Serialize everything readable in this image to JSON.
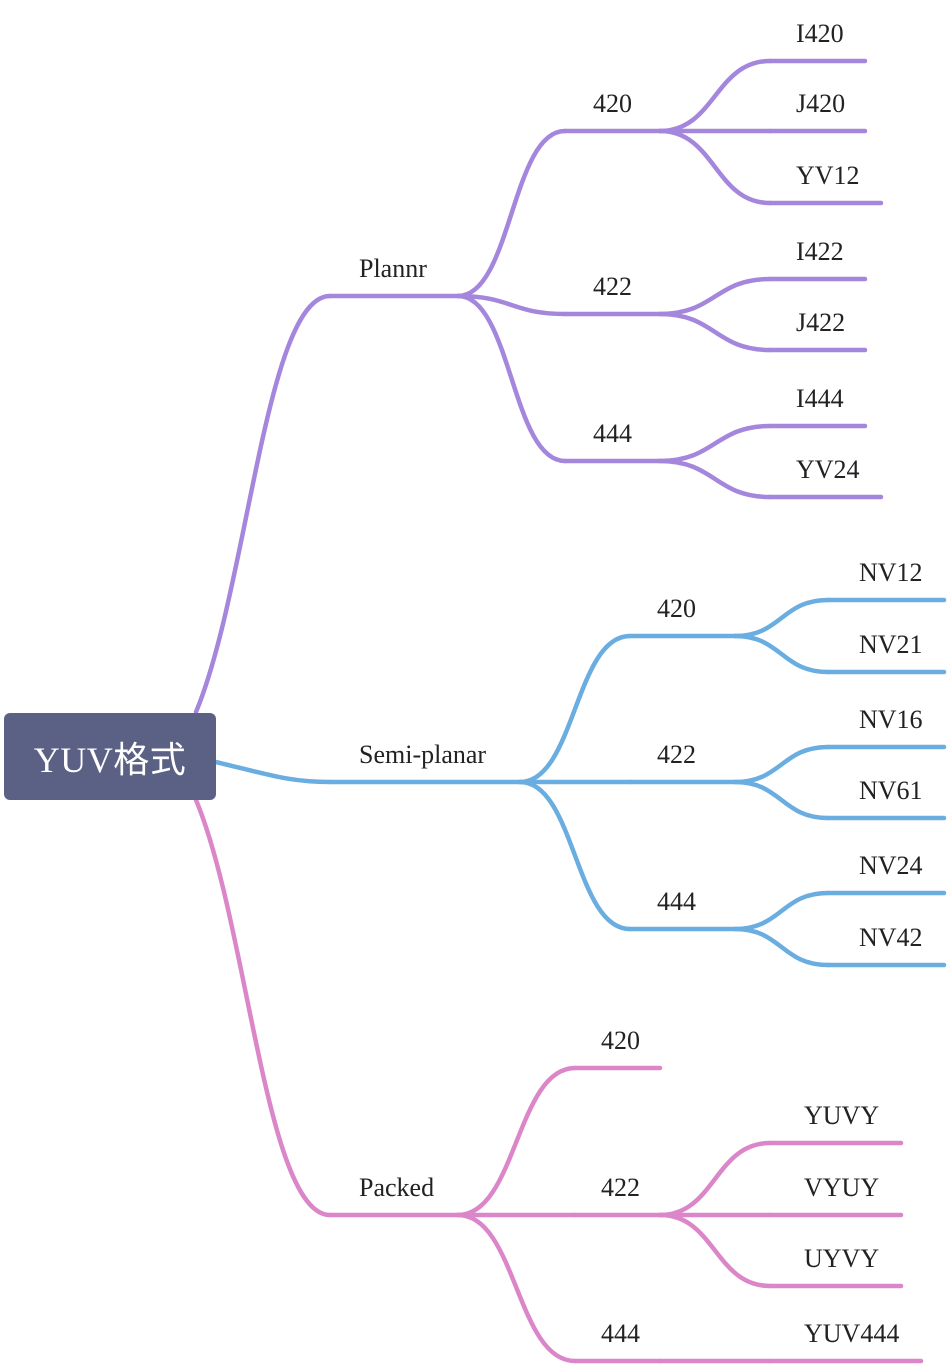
{
  "root": {
    "label": "YUV格式",
    "color": "#5b6184"
  },
  "branches": [
    {
      "label": "Plannr",
      "color": "#a487dd",
      "children": [
        {
          "label": "420",
          "children": [
            {
              "label": "I420"
            },
            {
              "label": "J420"
            },
            {
              "label": "YV12"
            }
          ]
        },
        {
          "label": "422",
          "children": [
            {
              "label": "I422"
            },
            {
              "label": "J422"
            }
          ]
        },
        {
          "label": "444",
          "children": [
            {
              "label": "I444"
            },
            {
              "label": "YV24"
            }
          ]
        }
      ]
    },
    {
      "label": "Semi-planar",
      "color": "#6aade0",
      "children": [
        {
          "label": "420",
          "children": [
            {
              "label": "NV12"
            },
            {
              "label": "NV21"
            }
          ]
        },
        {
          "label": "422",
          "children": [
            {
              "label": "NV16"
            },
            {
              "label": "NV61"
            }
          ]
        },
        {
          "label": "444",
          "children": [
            {
              "label": "NV24"
            },
            {
              "label": "NV42"
            }
          ]
        }
      ]
    },
    {
      "label": "Packed",
      "color": "#db86c9",
      "children": [
        {
          "label": "420",
          "children": []
        },
        {
          "label": "422",
          "children": [
            {
              "label": "YUVY"
            },
            {
              "label": "VYUY"
            },
            {
              "label": "UYVY"
            }
          ]
        },
        {
          "label": "444",
          "children": [
            {
              "label": "YUV444"
            }
          ]
        }
      ]
    }
  ]
}
